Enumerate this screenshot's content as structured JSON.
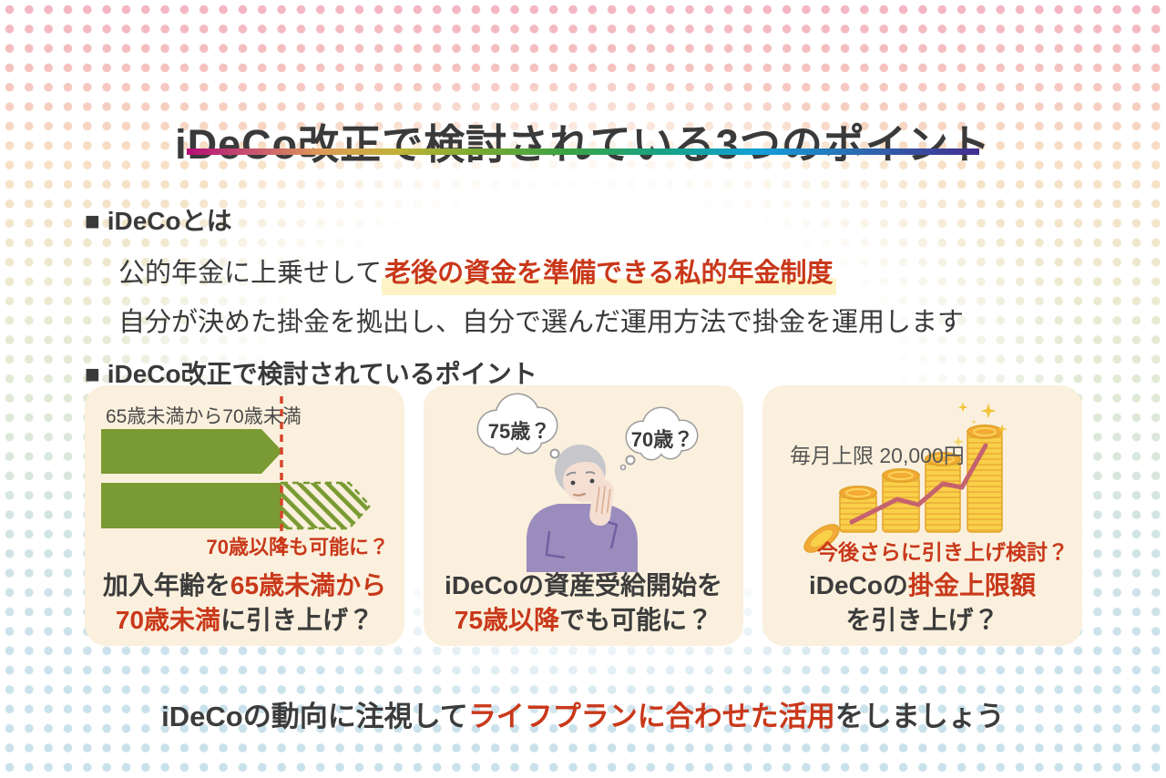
{
  "title": "iDeCo改正で検討されている3つのポイント",
  "about": {
    "heading": "■ iDeCoとは",
    "line1_pre": "公的年金に上乗せして",
    "line1_highlight": "老後の資金を準備できる私的年金制度",
    "line2": "自分が決めた掛金を拠出し、自分で選んだ運用方法で掛金を運用します"
  },
  "points": {
    "heading": "■ iDeCo改正で検討されているポイント",
    "card1": {
      "bar_label": "65歳未満から70歳未満",
      "note": "70歳以降も可能に？",
      "caption_l1_dark": "加入年齢を",
      "caption_l1_red": "65歳未満から",
      "caption_l2_red": "70歳未満",
      "caption_l2_dark": "に引き上げ？"
    },
    "card2": {
      "bubble_left": "75歳？",
      "bubble_right": "70歳？",
      "caption_l1": "iDeCoの資産受給開始を",
      "caption_l2_red": "75歳以降",
      "caption_l2_dark": "でも可能に？"
    },
    "card3": {
      "limit_label": "毎月上限 20,000円",
      "note": "今後さらに引き上げ検討？",
      "caption_l1_dark": "iDeCoの",
      "caption_l1_red": "掛金上限額",
      "caption_l2": "を引き上げ？"
    }
  },
  "footer": {
    "pre": "iDeCoの動向に注視して",
    "highlight": "ライフプランに合わせた活用",
    "post": "をしましょう"
  },
  "colors": {
    "accent_red": "#c9381a",
    "text_dark": "#3c3c3c",
    "bar_green": "#7a9a33",
    "dashed_line_red": "#d8442a",
    "card_bg": "#faf0dd",
    "highlight_yellow": "#fdf3c5",
    "coin_yellow": "#f9d149",
    "coin_orange": "#f2a937",
    "growth_line_pink": "#c4636e",
    "dot_pink_top": "#f3b4c2",
    "dot_blue_bottom": "#c9e1eb"
  }
}
